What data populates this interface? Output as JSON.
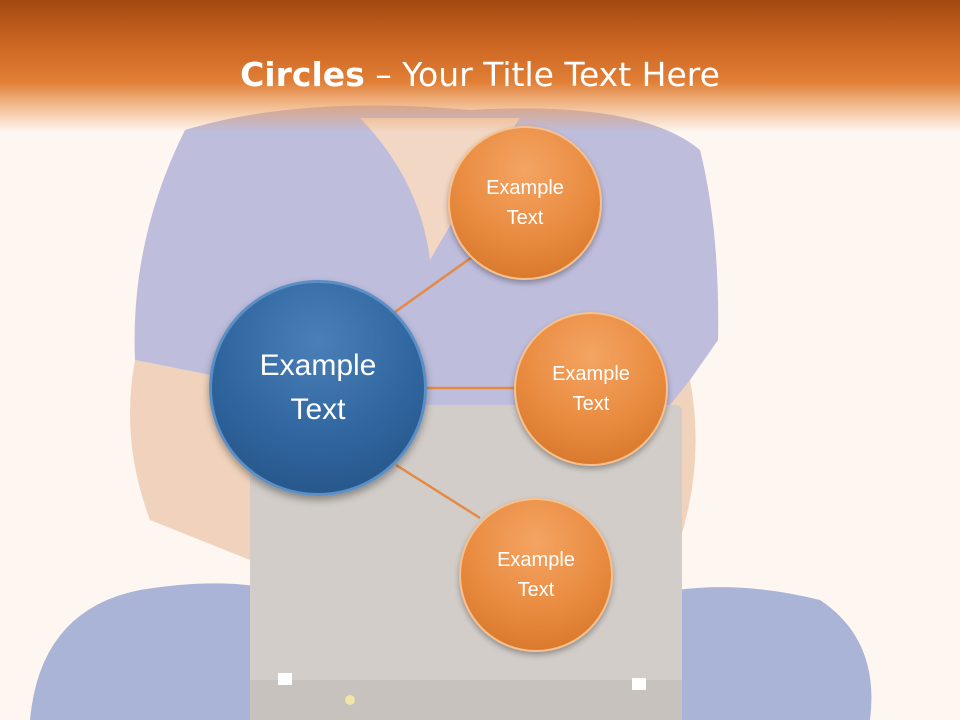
{
  "title": {
    "bold": "Circles",
    "rest": " – Your Title Text Here"
  },
  "diagram": {
    "center": {
      "line1": "Example",
      "line2": "Text"
    },
    "nodes": [
      {
        "line1": "Example",
        "line2": "Text"
      },
      {
        "line1": "Example",
        "line2": "Text"
      },
      {
        "line1": "Example",
        "line2": "Text"
      }
    ]
  },
  "colors": {
    "title_bar": "#c9621f",
    "center_circle": "#2f659e",
    "node_circle": "#e88a3e",
    "connector": "#e48a45"
  }
}
